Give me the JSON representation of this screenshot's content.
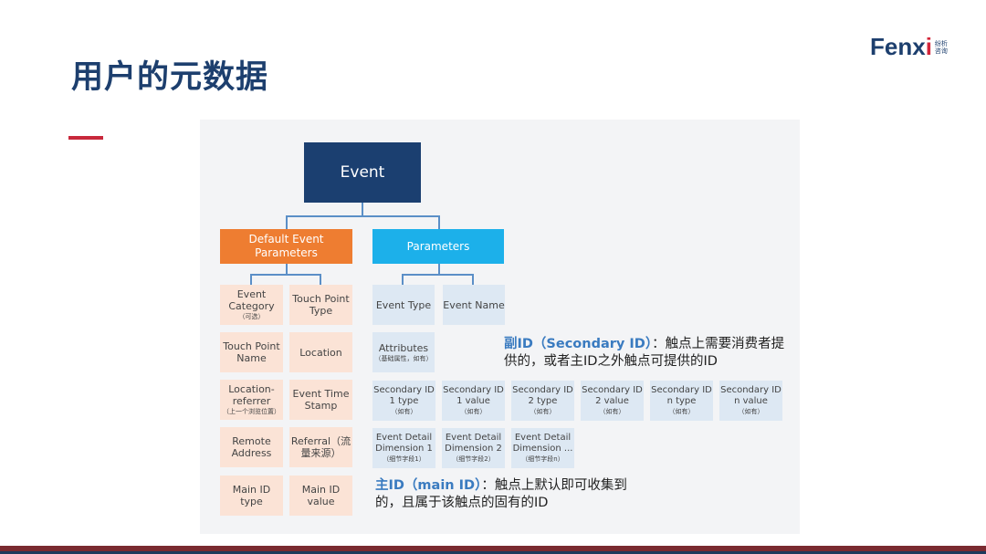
{
  "title": "用户的元数据",
  "logo": {
    "brand": "Fenx",
    "brand_i": "i",
    "cn": "纷析咨询"
  },
  "root": "Event",
  "default_params": {
    "label": "Default Event Parameters",
    "items": [
      {
        "t": "Event Category",
        "s": "（可选）"
      },
      {
        "t": "Touch Point Type",
        "s": ""
      },
      {
        "t": "Touch Point Name",
        "s": ""
      },
      {
        "t": "Location",
        "s": ""
      },
      {
        "t": "Location-referrer",
        "s": "（上一个浏览位置）"
      },
      {
        "t": "Event Time Stamp",
        "s": ""
      },
      {
        "t": "Remote Address",
        "s": ""
      },
      {
        "t": "Referral（流量来源）",
        "s": ""
      },
      {
        "t": "Main ID type",
        "s": ""
      },
      {
        "t": "Main ID value",
        "s": ""
      }
    ]
  },
  "params": {
    "label": "Parameters",
    "top": [
      {
        "t": "Event Type",
        "s": ""
      },
      {
        "t": "Event Name",
        "s": ""
      }
    ],
    "attributes": {
      "t": "Attributes",
      "s": "（基础属性，如有）"
    },
    "secondary": [
      {
        "t": "Secondary ID 1 type",
        "s": "（如有）"
      },
      {
        "t": "Secondary ID 1 value",
        "s": "（如有）"
      },
      {
        "t": "Secondary ID 2 type",
        "s": "（如有）"
      },
      {
        "t": "Secondary ID 2 value",
        "s": "（如有）"
      },
      {
        "t": "Secondary ID n type",
        "s": "（如有）"
      },
      {
        "t": "Secondary ID n value",
        "s": "（如有）"
      }
    ],
    "details": [
      {
        "t": "Event Detail Dimension 1",
        "s": "（细节字段1）"
      },
      {
        "t": "Event Detail Dimension 2",
        "s": "（细节字段2）"
      },
      {
        "t": "Event Detail Dimension ...",
        "s": "（细节字段n）"
      }
    ]
  },
  "notes": {
    "secondary_head": "副ID（Secondary ID）",
    "secondary_body": "：触点上需要消费者提供的，或者主ID之外触点可提供的ID",
    "main_head": "主ID（main ID）",
    "main_body": "：触点上默认即可收集到的，且属于该触点的固有的ID"
  }
}
